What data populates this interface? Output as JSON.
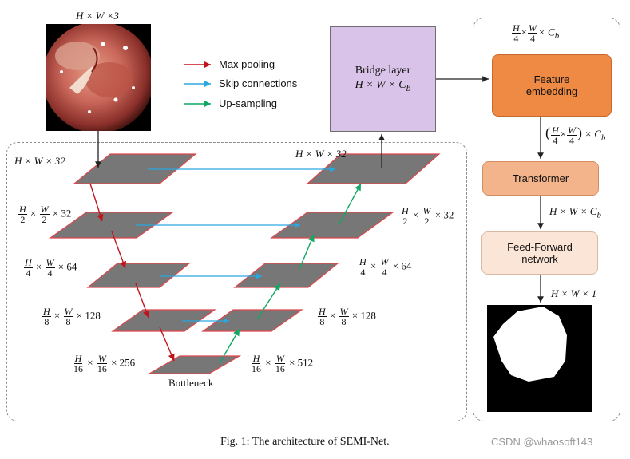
{
  "input_dims": "H × W ×3",
  "legend": {
    "max_pooling": "Max pooling",
    "skip_connections": "Skip connections",
    "up_sampling": "Up-sampling"
  },
  "colors": {
    "max_pooling": "#c0141b",
    "skip_connections": "#2aa7e0",
    "up_sampling": "#10a862",
    "plane_fill": "#777777",
    "plane_border": "#e0484d",
    "bridge": "#d9c3e8",
    "feature_embedding": "#ef8a45",
    "transformer": "#f4b48b",
    "ffn": "#fbe5d6"
  },
  "encoder_levels": [
    {
      "dims": "H × W × 32"
    },
    {
      "num_h": "H",
      "den_h": "2",
      "num_w": "W",
      "den_w": "2",
      "ch": "× 32"
    },
    {
      "num_h": "H",
      "den_h": "4",
      "num_w": "W",
      "den_w": "4",
      "ch": "× 64"
    },
    {
      "num_h": "H",
      "den_h": "8",
      "num_w": "W",
      "den_w": "8",
      "ch": "× 128"
    },
    {
      "num_h": "H",
      "den_h": "16",
      "num_w": "W",
      "den_w": "16",
      "ch": "× 256"
    }
  ],
  "decoder_levels": [
    {
      "dims": "H × W × 32"
    },
    {
      "num_h": "H",
      "den_h": "2",
      "num_w": "W",
      "den_w": "2",
      "ch": "× 32"
    },
    {
      "num_h": "H",
      "den_h": "4",
      "num_w": "W",
      "den_w": "4",
      "ch": "× 64"
    },
    {
      "num_h": "H",
      "den_h": "8",
      "num_w": "W",
      "den_w": "8",
      "ch": "× 128"
    },
    {
      "num_h": "H",
      "den_h": "16",
      "num_w": "W",
      "den_w": "16",
      "ch": "× 512"
    }
  ],
  "bottleneck": "Bottleneck",
  "bridge": {
    "title": "Bridge layer",
    "formula": "H × W × C",
    "sub": "b"
  },
  "right_panel": {
    "top_label": {
      "num_h": "H",
      "den_h": "4",
      "num_w": "W",
      "den_w": "4",
      "tail": "× C",
      "sub": "b"
    },
    "feature_embedding": "Feature embedding",
    "mid_label": {
      "num_h": "H",
      "den_h": "4",
      "num_w": "W",
      "den_w": "4",
      "tail": "× C",
      "sub": "b"
    },
    "transformer": "Transformer",
    "after_transformer": "H × W × C",
    "after_transformer_sub": "b",
    "ffn": "Feed-Forward network",
    "output_dims": "H × W × 1"
  },
  "caption": "Fig. 1: The architecture of SEMI-Net.",
  "watermark": "CSDN @whaosoft143"
}
